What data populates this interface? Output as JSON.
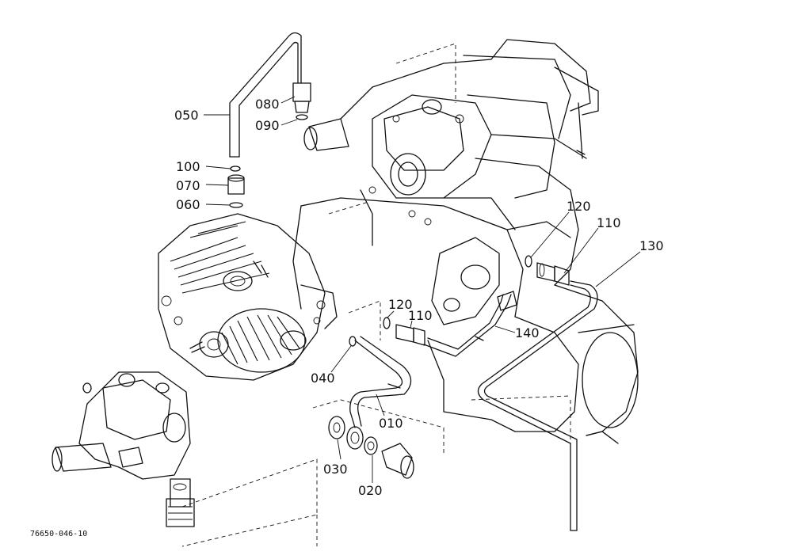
{
  "parts": [
    {
      "id": "p050",
      "label": "050"
    },
    {
      "id": "p080",
      "label": "080"
    },
    {
      "id": "p090",
      "label": "090"
    },
    {
      "id": "p100",
      "label": "100"
    },
    {
      "id": "p070",
      "label": "070"
    },
    {
      "id": "p060",
      "label": "060"
    },
    {
      "id": "p120a",
      "label": "120"
    },
    {
      "id": "p110a",
      "label": "110"
    },
    {
      "id": "p130",
      "label": "130"
    },
    {
      "id": "p120b",
      "label": "120"
    },
    {
      "id": "p110b",
      "label": "110"
    },
    {
      "id": "p140",
      "label": "140"
    },
    {
      "id": "p040",
      "label": "040"
    },
    {
      "id": "p010",
      "label": "010"
    },
    {
      "id": "p030",
      "label": "030"
    },
    {
      "id": "p020",
      "label": "020"
    }
  ],
  "drawing_code": "76650-046-10"
}
